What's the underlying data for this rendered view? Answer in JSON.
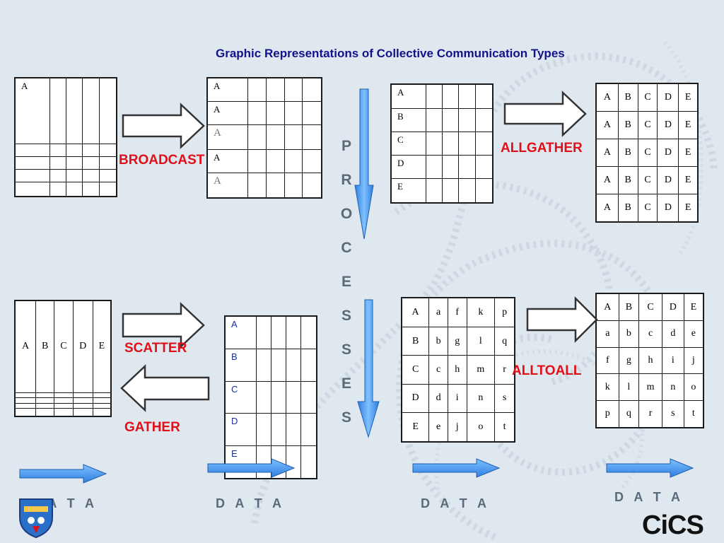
{
  "title": "Graphic Representations of Collective Communication Types",
  "labels": {
    "broadcast": "BROADCAST",
    "allgather": "ALLGATHER",
    "scatter": "SCATTER",
    "gather": "GATHER",
    "alltoall": "ALLTOALL"
  },
  "processes_letters": [
    "P",
    "R",
    "O",
    "C",
    "E",
    "S",
    "S",
    "E",
    "S"
  ],
  "data_label": "D A T A",
  "logo_text": "CiCS",
  "colors": {
    "title": "#12128a",
    "label": "#e0101a",
    "arrow": "#3a8ee6",
    "axis_text": "#5a6a7a"
  },
  "grids": {
    "broadcast_before": [
      [
        "A",
        "",
        "",
        "",
        ""
      ],
      [
        "",
        "",
        "",
        "",
        ""
      ],
      [
        "",
        "",
        "",
        "",
        ""
      ],
      [
        "",
        "",
        "",
        "",
        ""
      ],
      [
        "",
        "",
        "",
        "",
        ""
      ]
    ],
    "broadcast_after": [
      [
        "A",
        "",
        "",
        "",
        ""
      ],
      [
        "A",
        "",
        "",
        "",
        ""
      ],
      [
        "A",
        "",
        "",
        "",
        ""
      ],
      [
        "A",
        "",
        "",
        "",
        ""
      ],
      [
        "A",
        "",
        "",
        "",
        ""
      ]
    ],
    "allgather_before": [
      [
        "A",
        "",
        "",
        "",
        ""
      ],
      [
        "B",
        "",
        "",
        "",
        ""
      ],
      [
        "C",
        "",
        "",
        "",
        ""
      ],
      [
        "D",
        "",
        "",
        "",
        ""
      ],
      [
        "E",
        "",
        "",
        "",
        ""
      ]
    ],
    "allgather_after": [
      [
        "A",
        "B",
        "C",
        "D",
        "E"
      ],
      [
        "A",
        "B",
        "C",
        "D",
        "E"
      ],
      [
        "A",
        "B",
        "C",
        "D",
        "E"
      ],
      [
        "A",
        "B",
        "C",
        "D",
        "E"
      ],
      [
        "A",
        "B",
        "C",
        "D",
        "E"
      ]
    ],
    "scatter_before": [
      [
        "A",
        "B",
        "C",
        "D",
        "E"
      ],
      [
        "",
        "",
        "",
        "",
        ""
      ],
      [
        "",
        "",
        "",
        "",
        ""
      ],
      [
        "",
        "",
        "",
        "",
        ""
      ],
      [
        "",
        "",
        "",
        "",
        ""
      ]
    ],
    "scatter_after": [
      [
        "A",
        "",
        "",
        "",
        ""
      ],
      [
        "B",
        "",
        "",
        "",
        ""
      ],
      [
        "C",
        "",
        "",
        "",
        ""
      ],
      [
        "D",
        "",
        "",
        "",
        ""
      ],
      [
        "E",
        "",
        "",
        "",
        ""
      ]
    ],
    "alltoall_before": [
      [
        "A",
        "a",
        "f",
        "k",
        "p"
      ],
      [
        "B",
        "b",
        "g",
        "l",
        "q"
      ],
      [
        "C",
        "c",
        "h",
        "m",
        "r"
      ],
      [
        "D",
        "d",
        "i",
        "n",
        "s"
      ],
      [
        "E",
        "e",
        "j",
        "o",
        "t"
      ]
    ],
    "alltoall_after": [
      [
        "A",
        "B",
        "C",
        "D",
        "E"
      ],
      [
        "a",
        "b",
        "c",
        "d",
        "e"
      ],
      [
        "f",
        "g",
        "h",
        "i",
        "j"
      ],
      [
        "k",
        "l",
        "m",
        "n",
        "o"
      ],
      [
        "p",
        "q",
        "r",
        "s",
        "t"
      ]
    ]
  }
}
